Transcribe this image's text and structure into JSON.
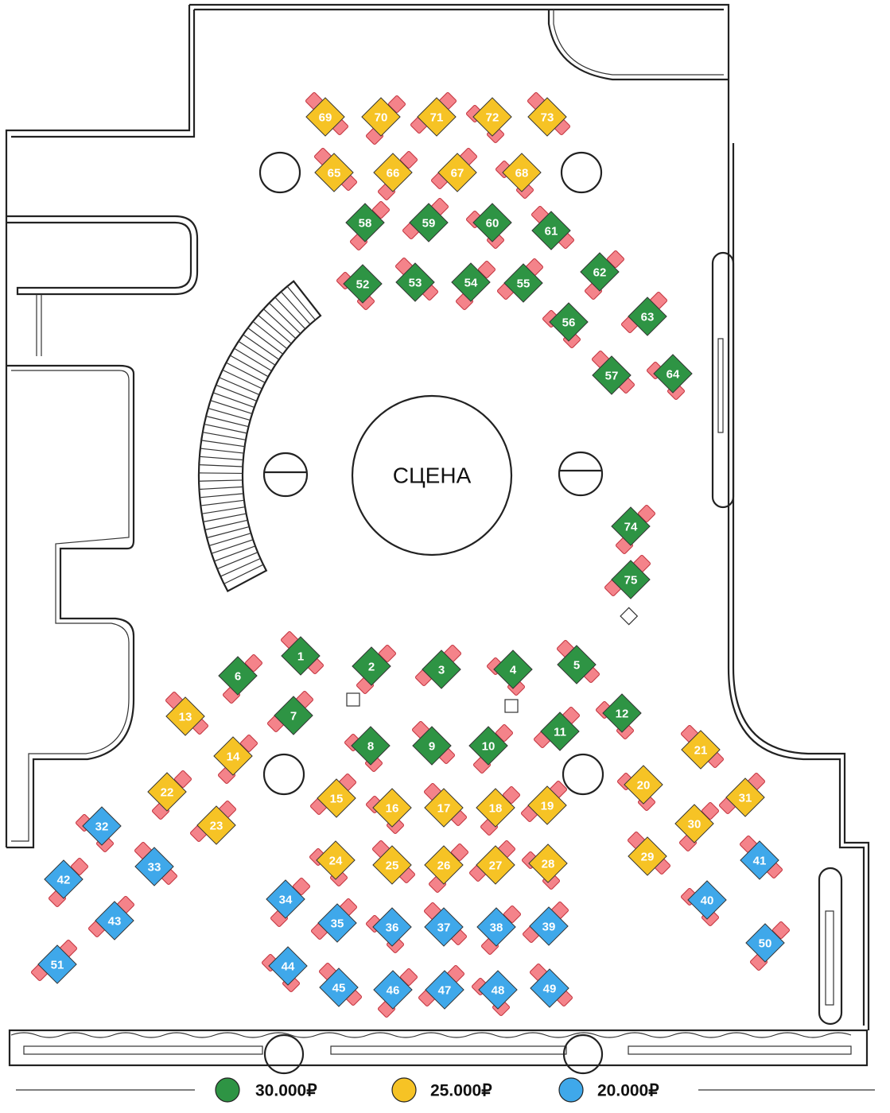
{
  "stage": {
    "label": "СЦЕНА"
  },
  "colors": {
    "green": "#2e9444",
    "yellow": "#f6c325",
    "blue": "#3fa8ea",
    "chair": "#f4838a",
    "chair_border": "#c2323d"
  },
  "legend": [
    {
      "tier": "green",
      "price": "30.000₽"
    },
    {
      "tier": "yellow",
      "price": "25.000₽"
    },
    {
      "tier": "blue",
      "price": "20.000₽"
    }
  ],
  "tables": [
    {
      "n": "1",
      "t": "green"
    },
    {
      "n": "2",
      "t": "green"
    },
    {
      "n": "3",
      "t": "green"
    },
    {
      "n": "4",
      "t": "green"
    },
    {
      "n": "5",
      "t": "green"
    },
    {
      "n": "6",
      "t": "green"
    },
    {
      "n": "7",
      "t": "green"
    },
    {
      "n": "8",
      "t": "green"
    },
    {
      "n": "9",
      "t": "green"
    },
    {
      "n": "10",
      "t": "green"
    },
    {
      "n": "11",
      "t": "green"
    },
    {
      "n": "12",
      "t": "green"
    },
    {
      "n": "13",
      "t": "yellow"
    },
    {
      "n": "14",
      "t": "yellow"
    },
    {
      "n": "15",
      "t": "yellow"
    },
    {
      "n": "16",
      "t": "yellow"
    },
    {
      "n": "17",
      "t": "yellow"
    },
    {
      "n": "18",
      "t": "yellow"
    },
    {
      "n": "19",
      "t": "yellow"
    },
    {
      "n": "20",
      "t": "yellow"
    },
    {
      "n": "21",
      "t": "yellow"
    },
    {
      "n": "22",
      "t": "yellow"
    },
    {
      "n": "23",
      "t": "yellow"
    },
    {
      "n": "24",
      "t": "yellow"
    },
    {
      "n": "25",
      "t": "yellow"
    },
    {
      "n": "26",
      "t": "yellow"
    },
    {
      "n": "27",
      "t": "yellow"
    },
    {
      "n": "28",
      "t": "yellow"
    },
    {
      "n": "29",
      "t": "yellow"
    },
    {
      "n": "30",
      "t": "yellow"
    },
    {
      "n": "31",
      "t": "yellow"
    },
    {
      "n": "32",
      "t": "blue"
    },
    {
      "n": "33",
      "t": "blue"
    },
    {
      "n": "34",
      "t": "blue"
    },
    {
      "n": "35",
      "t": "blue"
    },
    {
      "n": "36",
      "t": "blue"
    },
    {
      "n": "37",
      "t": "blue"
    },
    {
      "n": "38",
      "t": "blue"
    },
    {
      "n": "39",
      "t": "blue"
    },
    {
      "n": "40",
      "t": "blue"
    },
    {
      "n": "41",
      "t": "blue"
    },
    {
      "n": "42",
      "t": "blue"
    },
    {
      "n": "43",
      "t": "blue"
    },
    {
      "n": "44",
      "t": "blue"
    },
    {
      "n": "45",
      "t": "blue"
    },
    {
      "n": "46",
      "t": "blue"
    },
    {
      "n": "47",
      "t": "blue"
    },
    {
      "n": "48",
      "t": "blue"
    },
    {
      "n": "49",
      "t": "blue"
    },
    {
      "n": "50",
      "t": "blue"
    },
    {
      "n": "51",
      "t": "blue"
    },
    {
      "n": "52",
      "t": "green"
    },
    {
      "n": "53",
      "t": "green"
    },
    {
      "n": "54",
      "t": "green"
    },
    {
      "n": "55",
      "t": "green"
    },
    {
      "n": "56",
      "t": "green"
    },
    {
      "n": "57",
      "t": "green"
    },
    {
      "n": "58",
      "t": "green"
    },
    {
      "n": "59",
      "t": "green"
    },
    {
      "n": "60",
      "t": "green"
    },
    {
      "n": "61",
      "t": "green"
    },
    {
      "n": "62",
      "t": "green"
    },
    {
      "n": "63",
      "t": "green"
    },
    {
      "n": "64",
      "t": "green"
    },
    {
      "n": "65",
      "t": "yellow"
    },
    {
      "n": "66",
      "t": "yellow"
    },
    {
      "n": "67",
      "t": "yellow"
    },
    {
      "n": "68",
      "t": "yellow"
    },
    {
      "n": "69",
      "t": "yellow"
    },
    {
      "n": "70",
      "t": "yellow"
    },
    {
      "n": "71",
      "t": "yellow"
    },
    {
      "n": "72",
      "t": "yellow"
    },
    {
      "n": "73",
      "t": "yellow"
    },
    {
      "n": "74",
      "t": "green"
    },
    {
      "n": "75",
      "t": "green"
    }
  ]
}
